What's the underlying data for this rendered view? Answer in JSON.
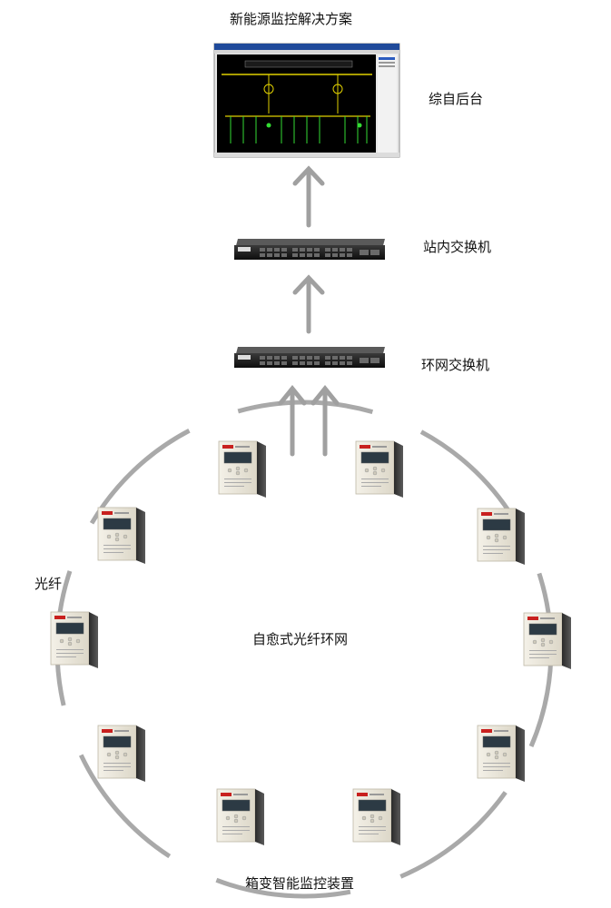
{
  "title": "新能源监控解决方案",
  "backend": {
    "label": "综自后台"
  },
  "station_switch": {
    "label": "站内交换机"
  },
  "ring_switch": {
    "label": "环网交换机"
  },
  "fiber": {
    "label": "光纤"
  },
  "ring": {
    "label": "自愈式光纤环网"
  },
  "devices": {
    "label": "箱变智能监控装置",
    "count": 10
  },
  "colors": {
    "arrow": "#a0a0a0",
    "ring": "#a9a9a9",
    "screen": "#000000",
    "switch": "#1b1b1b",
    "device": "#ece8dc"
  }
}
